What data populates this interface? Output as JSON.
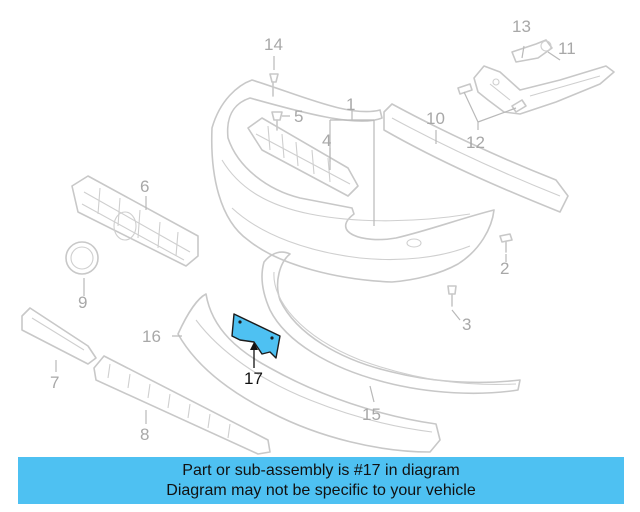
{
  "callouts": {
    "c1": "1",
    "c2": "2",
    "c3": "3",
    "c4": "4",
    "c5": "5",
    "c6": "6",
    "c7": "7",
    "c8": "8",
    "c9": "9",
    "c10": "10",
    "c11": "11",
    "c12": "12",
    "c13": "13",
    "c14": "14",
    "c15": "15",
    "c16": "16",
    "c17": "17"
  },
  "highlight": {
    "part": "17",
    "color": "#4ec1f2"
  },
  "banner": {
    "line1": "Part or sub-assembly is #17 in diagram",
    "line2": "Diagram may not be specific to your vehicle",
    "color": "#4ec1f2"
  }
}
